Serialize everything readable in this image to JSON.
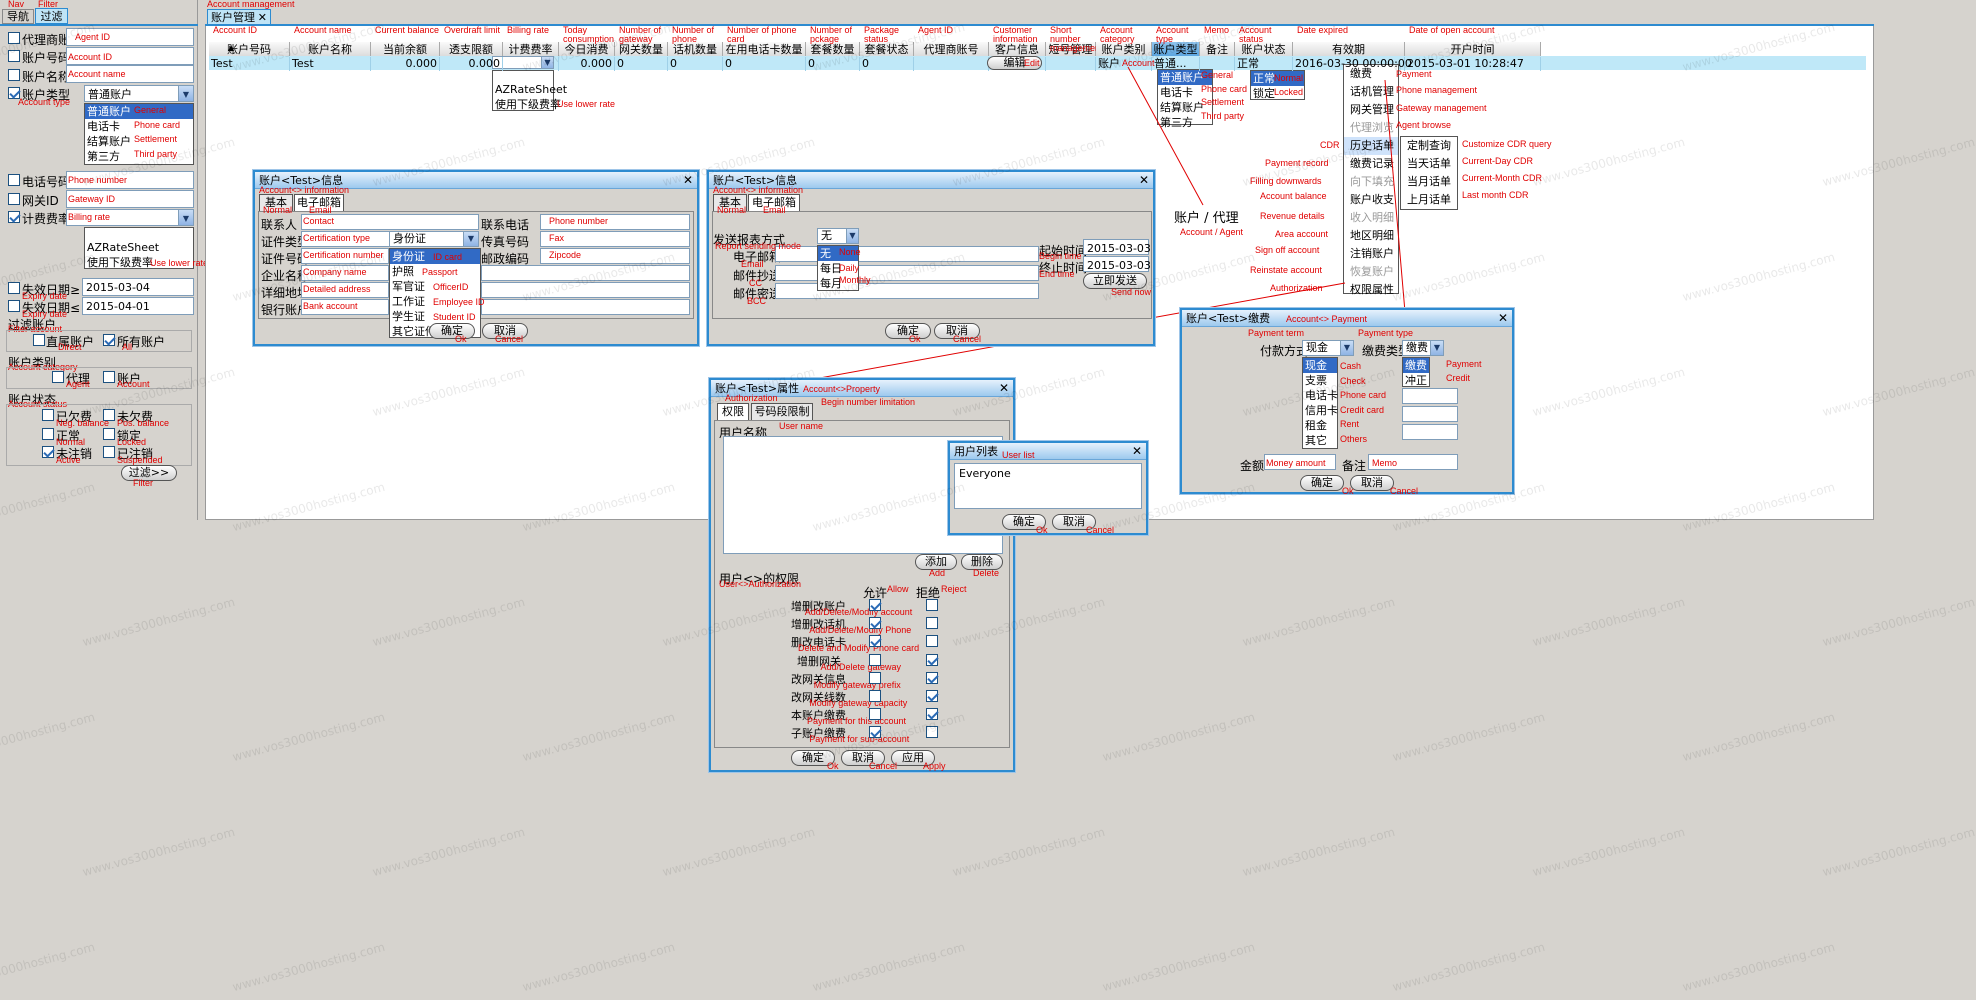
{
  "tabs": {
    "nav": "导航",
    "filter": "过滤",
    "nav_en": "Nav",
    "filter_en": "Filter",
    "mgmt": "账户管理",
    "mgmt_en": "Account management"
  },
  "filter": {
    "agent_account": "代理商账号",
    "agent_account_en": "Agent ID",
    "account_id": "账户号码",
    "account_id_en": "Account ID",
    "account_name": "账户名称",
    "account_name_en": "Account name",
    "account_type": "账户类型",
    "account_type_en": "Account type",
    "type_value": "普通账户",
    "type_options": [
      "普通账户",
      "电话卡",
      "结算账户",
      "第三方"
    ],
    "type_options_en": [
      "General",
      "Phone card",
      "Settlement",
      "Third party"
    ],
    "phone": "电话号码",
    "phone_en": "Phone number",
    "gateway": "网关ID",
    "gateway_en": "Gateway ID",
    "billing": "计费费率",
    "billing_en": "Billing rate",
    "billing_options": [
      "AZRateSheet",
      "使用下级费率"
    ],
    "billing_use_lower_en": "Use lower rate",
    "expiry_ge": "失效日期≥",
    "expiry_le": "失效日期≤",
    "expiry_en": "Expiry date",
    "expiry_ge_value": "2015-03-04",
    "expiry_le_value": "2015-04-01",
    "filter_account": "过滤账户",
    "filter_account_en": "Filter account",
    "direct": "直属账户",
    "direct_en": "Direct",
    "all": "所有账户",
    "all_en": "All",
    "category": "账户类别",
    "category_en": "Account category",
    "agent": "代理",
    "agent_en": "Agent",
    "account": "账户",
    "account_en": "Account",
    "status": "账户状态",
    "status_en": "Account status",
    "neg": "已欠费",
    "neg_en": "Neg. balance",
    "pos": "未欠费",
    "pos_en": "Pos. balance",
    "normal": "正常",
    "normal_en": "Normal",
    "locked": "锁定",
    "locked_en": "Locked",
    "active": "未注销",
    "active_en": "Active",
    "suspended": "已注销",
    "suspended_en": "Suspended",
    "filter_btn": "过滤>>",
    "filter_btn_en": "Filter"
  },
  "table": {
    "headers": [
      "账户号码",
      "账户名称",
      "当前余额",
      "透支限额",
      "计费费率",
      "今日消费",
      "网关数量",
      "话机数量",
      "在用电话卡数量",
      "套餐数量",
      "套餐状态",
      "代理商账号",
      "客户信息",
      "短号管理",
      "账户类别",
      "账户类型",
      "备注",
      "账户状态",
      "有效期",
      "开户时间"
    ],
    "headers_en": [
      "Account ID",
      "Account name",
      "Current balance",
      "Overdraft limit",
      "Billing rate",
      "Today consumption",
      "Number of gateway",
      "Number of phone",
      "Number of phone card",
      "Number of pckage",
      "Package status",
      "Agent ID",
      "Customer information",
      "Short number management",
      "Account category",
      "Account type",
      "Memo",
      "Account status",
      "Date expired",
      "Date of open account"
    ],
    "row": [
      "Test",
      "Test",
      "0.000",
      "0.000",
      "",
      "0.000",
      "0",
      "0",
      "0",
      "0",
      "0",
      "",
      "编辑",
      "",
      "账户",
      "普通...",
      "",
      "正常",
      "2016-03-30 00:00:00",
      "2015-03-01 10:28:47"
    ],
    "edit_en": "Edit",
    "acct_en": "Account",
    "rate_dropdown": [
      "AZRateSheet",
      "使用下级费率"
    ],
    "rate_lower_en": "Use lower rate",
    "type_dropdown": [
      "普通账户",
      "电话卡",
      "结算账户",
      "第三方"
    ],
    "type_dropdown_en": [
      "General",
      "Phone card",
      "Settlement",
      "Third party"
    ],
    "status_dropdown": [
      "正常",
      "锁定"
    ],
    "status_dropdown_en": [
      "Normal",
      "Locked"
    ]
  },
  "context_menu": {
    "items": [
      "缴费",
      "话机管理",
      "网关管理",
      "代理浏览",
      "历史话单",
      "缴费记录",
      "向下填充",
      "账户收支",
      "收入明细",
      "地区明细",
      "注销账户",
      "恢复账户",
      "权限属性"
    ],
    "disabled": [
      3,
      6,
      8,
      11
    ],
    "items_en": [
      "Payment",
      "Phone management",
      "Gateway management",
      "Agent browse"
    ],
    "left_en": [
      "CDR",
      "Payment record",
      "Filling downwards",
      "Account balance",
      "Revenue details",
      "Area account",
      "Sign off account",
      "Reinstate account",
      "Authorization"
    ],
    "sub": [
      "定制查询",
      "当天话单",
      "当月话单",
      "上月话单"
    ],
    "sub_en": [
      "Customize CDR query",
      "Current-Day CDR",
      "Current-Month CDR",
      "Last month CDR"
    ]
  },
  "annot": {
    "zh": "账户 / 代理",
    "en": "Account / Agent"
  },
  "info_win": {
    "title": "账户<Test>信息",
    "title_en": "Account<> information",
    "tab1": "基本",
    "tab1_en": "Normal",
    "tab2": "电子邮箱",
    "tab2_en": "Email",
    "contact": "联系人",
    "contact_en": "Contact",
    "cert_type": "证件类型",
    "cert_type_en": "Certification type",
    "cert_value": "身份证",
    "cert_num": "证件号码",
    "cert_num_en": "Certification number",
    "company": "企业名称",
    "company_en": "Company name",
    "address": "详细地址",
    "address_en": "Detailed address",
    "bank": "银行账户",
    "bank_en": "Bank account",
    "phone": "联系电话",
    "phone_en": "Phone number",
    "fax": "传真号码",
    "fax_en": "Fax",
    "zip": "邮政编码",
    "zip_en": "Zipcode",
    "cert_options": [
      "身份证",
      "护照",
      "军官证",
      "工作证",
      "学生证",
      "其它证件"
    ],
    "cert_options_en": [
      "ID card",
      "Passport",
      "OfficerID",
      "Employee ID",
      "Student ID",
      "Others"
    ],
    "ok": "确定",
    "ok_en": "Ok",
    "cancel": "取消",
    "cancel_en": "Cancel"
  },
  "email_win": {
    "title": "账户<Test>信息",
    "title_en": "Account<> information",
    "tab1": "基本",
    "tab1_en": "Normal",
    "tab2": "电子邮箱",
    "tab2_en": "Email",
    "mode": "发送报表方式",
    "mode_en": "Report sending mode",
    "mode_value": "无",
    "mode_options": [
      "无",
      "每日",
      "每月"
    ],
    "mode_options_en": [
      "None",
      "Daily",
      "Monthly"
    ],
    "email": "电子邮箱",
    "email_en": "Email",
    "cc": "邮件抄送",
    "cc_en": "CC",
    "bcc": "邮件密送",
    "bcc_en": "BCC",
    "begin": "起始时间",
    "begin_en": "Begin time",
    "begin_value": "2015-03-03",
    "end": "终止时间",
    "end_en": "End time",
    "end_value": "2015-03-03",
    "send": "立即发送",
    "send_en": "Send now",
    "ok": "确定",
    "ok_en": "Ok",
    "cancel": "取消",
    "cancel_en": "Cancel"
  },
  "pay_win": {
    "title": "账户<Test>缴费",
    "title_en": "Account<> Payment",
    "term": "付款方式",
    "term_en": "Payment term",
    "term_value": "现金",
    "ptype": "缴费类型",
    "ptype_en": "Payment type",
    "ptype_value": "缴费",
    "ptype_options": [
      "缴费",
      "冲正"
    ],
    "ptype_options_en": [
      "Payment",
      "Credit"
    ],
    "term_options": [
      "现金",
      "支票",
      "电话卡",
      "信用卡",
      "租金",
      "其它"
    ],
    "term_options_en": [
      "Cash",
      "Check",
      "Phone card",
      "Credit card",
      "Rent",
      "Others"
    ],
    "amount": "金额",
    "amount_en": "Money amount",
    "memo": "备注",
    "memo_en": "Memo",
    "ok": "确定",
    "ok_en": "Ok",
    "cancel": "取消",
    "cancel_en": "Cancel"
  },
  "prop_win": {
    "title": "账户<Test>属性",
    "title_en": "Account<>Property",
    "tab1": "权限",
    "tab1_en": "Authorization",
    "tab2": "号码段限制",
    "tab2_en": "Begin number limitation",
    "user_name": "用户名称",
    "user_name_en": "User name",
    "add": "添加",
    "add_en": "Add",
    "del": "删除",
    "del_en": "Delete",
    "auth": "用户<>的权限",
    "auth_en": "User<>Authorization",
    "allow": "允许",
    "allow_en": "Allow",
    "reject": "拒绝",
    "reject_en": "Reject",
    "perms": [
      "增删改账户",
      "增删改话机",
      "删改电话卡",
      "增删网关",
      "改网关信息",
      "改网关线数",
      "本账户缴费",
      "子账户缴费"
    ],
    "perms_en": [
      "Add/Delete/Modify account",
      "Add/Delete/Modify Phone",
      "Delete and Modify Phone card",
      "Add/Delete gateway",
      "Modify gateway prefix",
      "Modify gateway capacity",
      "Payment for this account",
      "Payment for sub-account"
    ],
    "allow_vals": [
      true,
      true,
      true,
      false,
      false,
      false,
      false,
      true
    ],
    "reject_vals": [
      false,
      false,
      false,
      true,
      true,
      true,
      true,
      false
    ],
    "ok": "确定",
    "ok_en": "Ok",
    "cancel": "取消",
    "cancel_en": "Cancel",
    "apply": "应用",
    "apply_en": "Apply"
  },
  "user_win": {
    "title": "用户列表",
    "title_en": "User list",
    "item": "Everyone",
    "ok": "确定",
    "ok_en": "Ok",
    "cancel": "取消",
    "cancel_en": "Cancel"
  },
  "watermark": "www.vos3000hosting.com"
}
